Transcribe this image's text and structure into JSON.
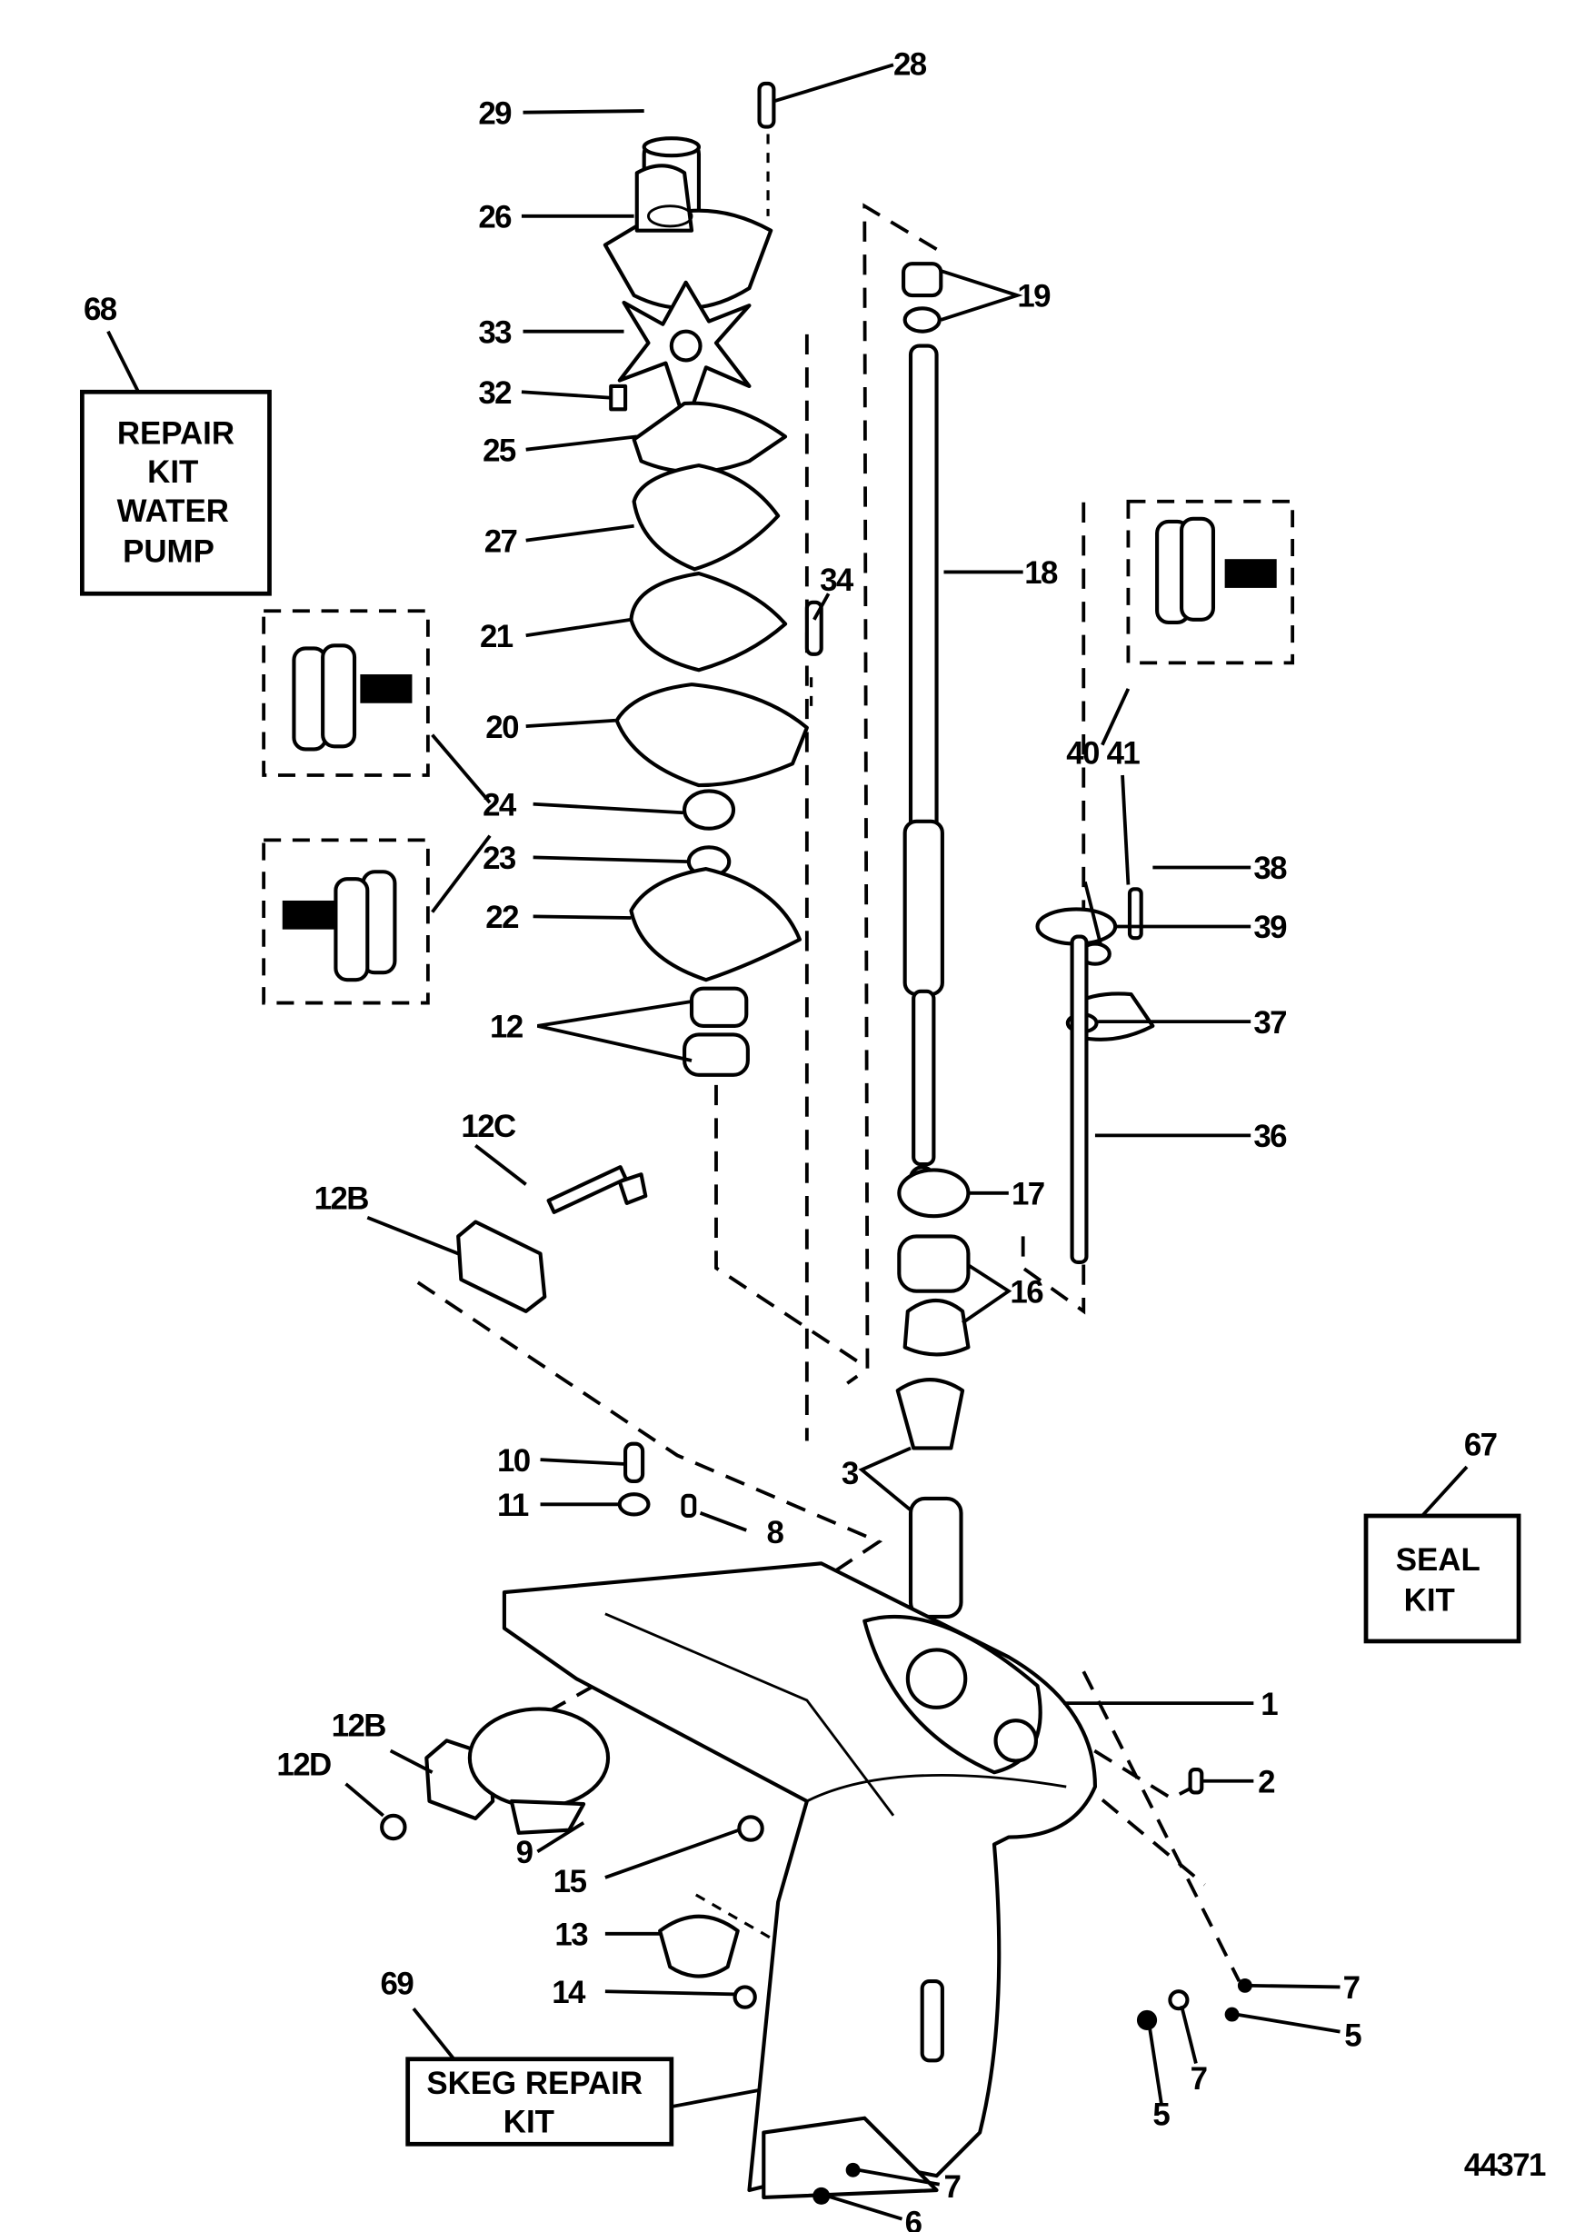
{
  "diagram": {
    "title": "Gear Housing Exploded View (Driveshaft)",
    "figure_number": "44371",
    "callout_boxes": {
      "water_pump_kit": {
        "ref": "68",
        "lines": [
          "REPAIR",
          "KIT",
          "WATER",
          "PUMP"
        ]
      },
      "seal_kit": {
        "ref": "67",
        "lines": [
          "SEAL",
          "KIT"
        ]
      },
      "skeg_kit": {
        "ref": "69",
        "lines": [
          "SKEG REPAIR",
          "KIT"
        ]
      }
    },
    "part_labels": {
      "p1": "1",
      "p2": "2",
      "p3": "3",
      "p5a": "5",
      "p5b": "5",
      "p6": "6",
      "p7a": "7",
      "p7b": "7",
      "p7c": "7",
      "p8": "8",
      "p9": "9",
      "p10": "10",
      "p11": "11",
      "p12": "12",
      "p12b_top": "12B",
      "p12b_bot": "12B",
      "p12c": "12C",
      "p12d": "12D",
      "p13": "13",
      "p14": "14",
      "p15": "15",
      "p16": "16",
      "p17": "17",
      "p18": "18",
      "p19": "19",
      "p20": "20",
      "p21": "21",
      "p22": "22",
      "p23": "23",
      "p24": "24",
      "p25": "25",
      "p26": "26",
      "p27": "27",
      "p28": "28",
      "p29": "29",
      "p32": "32",
      "p33": "33",
      "p34": "34",
      "p36": "36",
      "p37": "37",
      "p38": "38",
      "p39": "39",
      "p40": "40",
      "p41": "41"
    }
  }
}
